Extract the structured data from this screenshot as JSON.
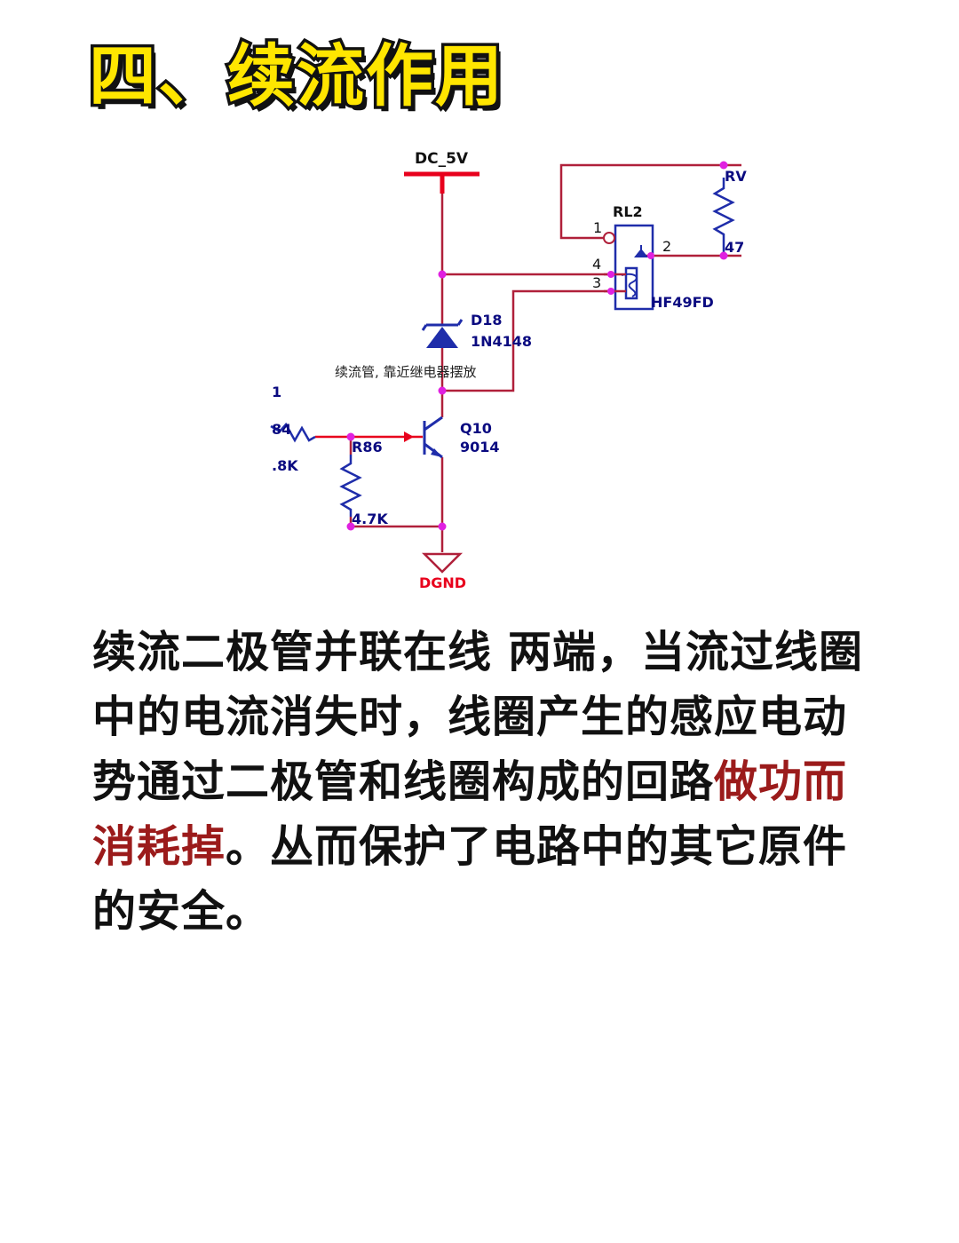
{
  "title": "四、续流作用",
  "diagram": {
    "labels": {
      "dc": "DC_5V",
      "relay_ref": "RL2",
      "relay_part": "HF49FD",
      "pin1": "1",
      "pin2": "2",
      "pin3": "3",
      "pin4": "4",
      "rv": "RV",
      "r47": "47",
      "diode_ref": "D18",
      "diode_part": "1N4148",
      "note": "续流管, 靠近继电器摆放",
      "left_1": "1",
      "left_84": "84",
      "left_8k": ".8K",
      "r86": "R86",
      "r86_val": "4.7K",
      "q_ref": "Q10",
      "q_part": "9014",
      "gnd": "DGND"
    },
    "colors": {
      "wire": "#B0203A",
      "wire_bright": "#E8001C",
      "node": "#E020E0",
      "component": "#1F2DAA",
      "label": "#0A0A80"
    }
  },
  "body": {
    "part1": "续流二极管并联在线 两端，当流过线圈中的电流消失时，线圈产生的感应电动势通过二极管和线圈构成的回路",
    "highlight": "做功而消耗掉",
    "part2": "。丛而保护了电路中的其它原件的安全。"
  }
}
